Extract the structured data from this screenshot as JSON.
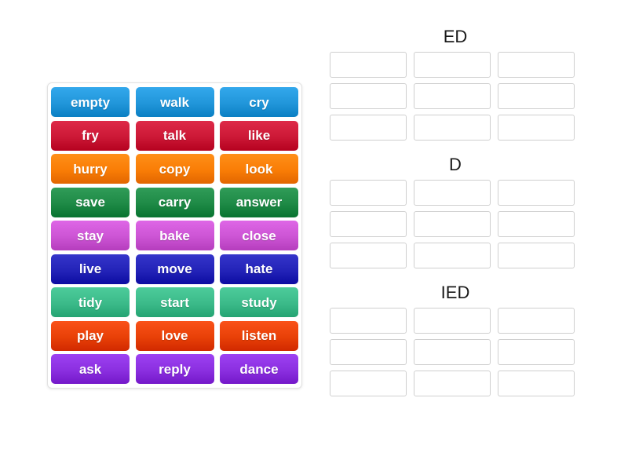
{
  "activity": {
    "type": "group-sort",
    "background_color": "#ffffff"
  },
  "tile_pool": {
    "name": "word-tiles",
    "columns": 3,
    "rows": 9,
    "row_colors": [
      "#2196da",
      "#cc1836",
      "#f97d06",
      "#1e8a46",
      "#cc54d4",
      "#2323b8",
      "#3bba89",
      "#e84007",
      "#8b2fe0"
    ],
    "rows_data": [
      {
        "color": "#2196da",
        "words": [
          "empty",
          "walk",
          "cry"
        ]
      },
      {
        "color": "#cc1836",
        "words": [
          "fry",
          "talk",
          "like"
        ]
      },
      {
        "color": "#f97d06",
        "words": [
          "hurry",
          "copy",
          "look"
        ]
      },
      {
        "color": "#1e8a46",
        "words": [
          "save",
          "carry",
          "answer"
        ]
      },
      {
        "color": "#cc54d4",
        "words": [
          "stay",
          "bake",
          "close"
        ]
      },
      {
        "color": "#2323b8",
        "words": [
          "live",
          "move",
          "hate"
        ]
      },
      {
        "color": "#3bba89",
        "words": [
          "tidy",
          "start",
          "study"
        ]
      },
      {
        "color": "#e84007",
        "words": [
          "play",
          "love",
          "listen"
        ]
      },
      {
        "color": "#8b2fe0",
        "words": [
          "ask",
          "reply",
          "dance"
        ]
      }
    ]
  },
  "groups": [
    {
      "id": "ed",
      "title": "ED",
      "slot_rows": 3,
      "slot_columns": 3,
      "slots": [
        "",
        "",
        "",
        "",
        "",
        "",
        "",
        "",
        ""
      ]
    },
    {
      "id": "d",
      "title": "D",
      "slot_rows": 3,
      "slot_columns": 3,
      "slots": [
        "",
        "",
        "",
        "",
        "",
        "",
        "",
        "",
        ""
      ]
    },
    {
      "id": "ied",
      "title": "IED",
      "slot_rows": 3,
      "slot_columns": 3,
      "slots": [
        "",
        "",
        "",
        "",
        "",
        "",
        "",
        "",
        ""
      ]
    }
  ]
}
